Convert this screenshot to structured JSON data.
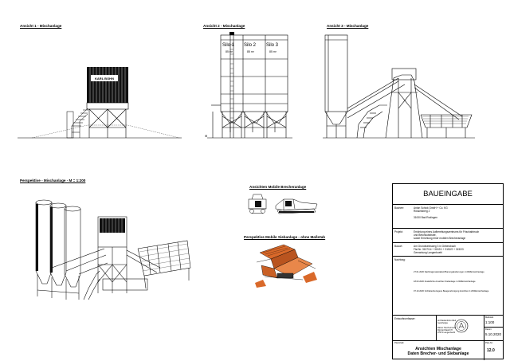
{
  "views": {
    "view1": "Ansicht 1 - Mischanlage",
    "view2": "Ansicht 2 - Mischanlage",
    "view3": "Ansicht 3 - Mischanlage",
    "perspective_mix": "Perspektive - Mischanlage - M = 1:200",
    "crusher": "Ansichten Mobile Brecheranlage",
    "screen": "Perspektive Mobile Siebanlage - ohne Maßstab"
  },
  "silos": [
    "Silo 1",
    "Silo 2",
    "Silo 3"
  ],
  "silo_volume": "85 m³",
  "title_block": {
    "heading": "BAUEINGABE",
    "bauherr_label": "Bauherr:",
    "bauherr_lines": [
      "Anton Schick GmbH + Co. KG",
      "Rösselsberg 2",
      "",
      "31000 Bad Rodingen"
    ],
    "projekt_label": "Projekt:",
    "projekt_lines": [
      "Errichtung eines Aufbereitungszentrums für Frischabbruch",
      "und Betonsubstrate,",
      "sowie Errichtung einer mobilen Brecheranlage"
    ],
    "bauort_label": "Bauort:",
    "bauort_lines": [
      "Am Grundwerksweg 3 in Gebersbach",
      "Flst.Nr. 3107/14 + 3152/1 + 3152/2 + 3152/3",
      "Gemarkung Langenbuehl"
    ],
    "nachtrag_label": "Nachtrag:",
    "nachtrag_lines": [
      "27.01.2020 Nachtragsmaterialien/Planungsänderungen 1:200/Einreichanlage",
      "18.03.2020 Zusätzliche Ansichten Siebanlage 1:200/Einreichanlage",
      "07.10.2020 Vorhabenbezogene Baugenehmigung Ansichten 1:200/Einreichanlage"
    ],
    "entwurfsverfasser_label": "Entwurfsverfasser:",
    "entwurf_lines": [
      "Architektenbüro Weil",
      "Gersthoppe",
      "",
      "Rainer Stuchermann",
      "Dipl.Architekt FH",
      "97074 Langenbuehl"
    ],
    "massstab_label": "Maßstab:",
    "massstab": "1:100",
    "datum_label": "Datum:",
    "datum": "5.10.2020",
    "planinhalt_label": "Planinhalt:",
    "planinhalt_line1": "Ansichten Mischanlage",
    "planinhalt_line2": "Daten Brecher- und Siebanlage",
    "plannr_label": "Plan-Nr.:",
    "plannr": "12.0"
  },
  "colors": {
    "line": "#000000",
    "screen_orange": "#d9692a"
  }
}
